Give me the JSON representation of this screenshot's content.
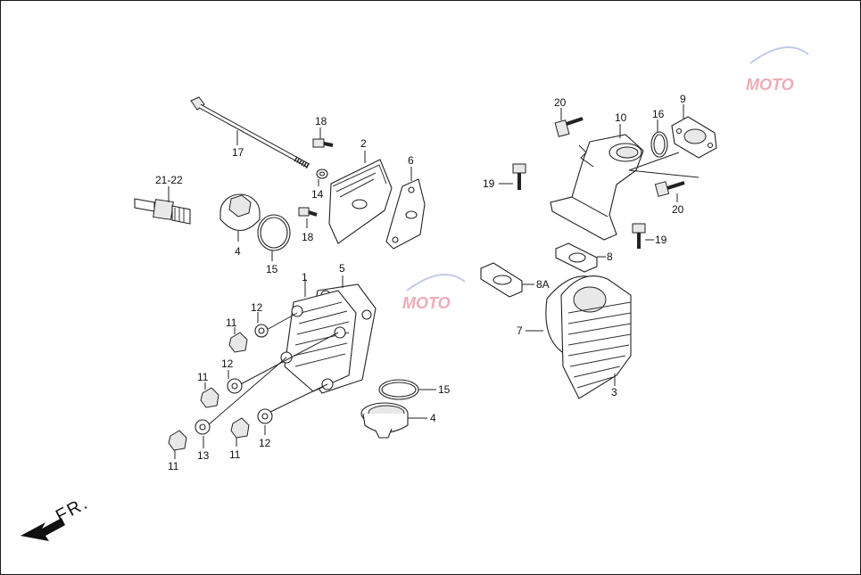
{
  "watermark": {
    "text": "MOTO",
    "color": "#e06a7a"
  },
  "direction": {
    "text": "FR.",
    "icon": "front-arrow-icon"
  },
  "callouts": {
    "c17": "17",
    "c18a": "18",
    "c18b": "18",
    "c14": "14",
    "c2": "2",
    "c6": "6",
    "c2122": "21-22",
    "c4a": "4",
    "c15a": "15",
    "c1": "1",
    "c5": "5",
    "c12a": "12",
    "c11a": "11",
    "c12b": "12",
    "c11b": "11",
    "c11c": "11",
    "c13": "13",
    "c11d": "11",
    "c12c": "12",
    "c15b": "15",
    "c4b": "4",
    "c20a": "20",
    "c10": "10",
    "c16": "16",
    "c9": "9",
    "c19a": "19",
    "c20b": "20",
    "c19b": "19",
    "c8": "8",
    "c8a": "8A",
    "c7": "7",
    "c3": "3"
  }
}
